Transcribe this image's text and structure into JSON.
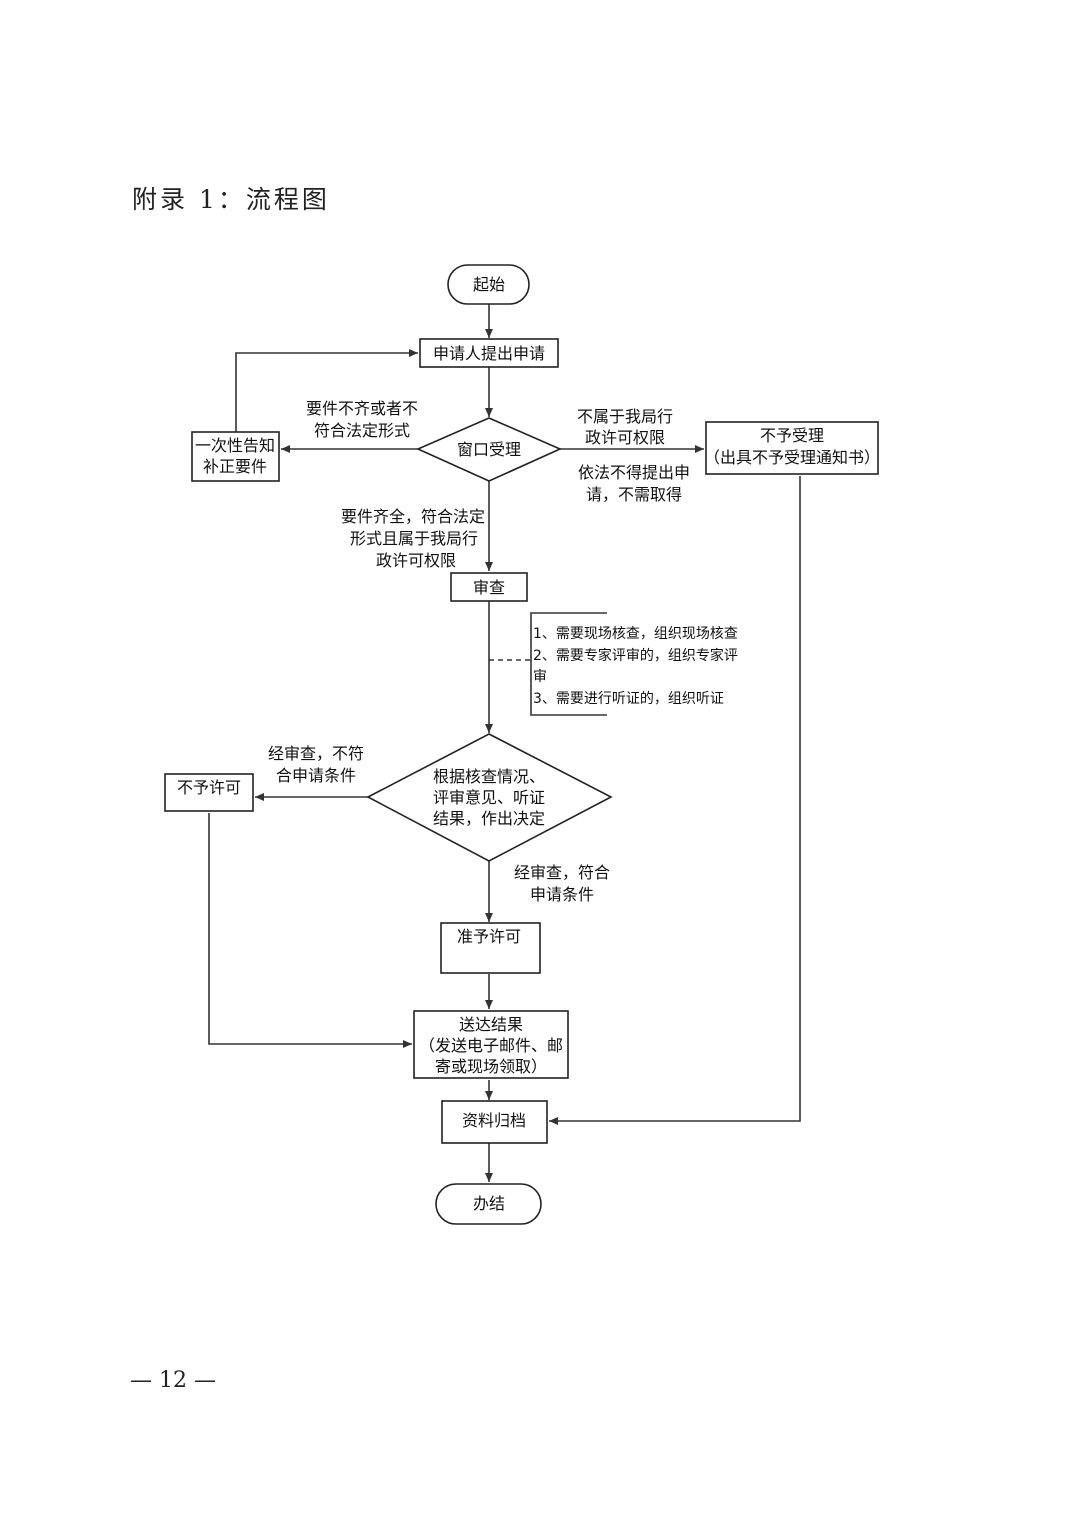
{
  "page": {
    "title": "附录 1：流程图",
    "page_number": "— 12 —"
  },
  "nodes": {
    "start": "起始",
    "apply": "申请人提出申请",
    "window": "窗口受理",
    "notify_line1": "一次性告知",
    "notify_line2": "补正要件",
    "reject_line1": "不予受理",
    "reject_line2": "（出具不予受理通知书）",
    "review": "审查",
    "decision_line1": "根据核查情况、",
    "decision_line2": "评审意见、听证",
    "decision_line3": "结果，作出决定",
    "deny": "不予许可",
    "grant": "准予许可",
    "deliver_line1": "送达结果",
    "deliver_line2": "（发送电子邮件、邮",
    "deliver_line3": "寄或现场领取）",
    "archive": "资料归档",
    "end": "办结"
  },
  "edges": {
    "incomplete_line1": "要件不齐或者不",
    "incomplete_line2": "符合法定形式",
    "not_scope_line1": "不属于我局行",
    "not_scope_line2": "政许可权限",
    "no_apply_line1": "依法不得提出申",
    "no_apply_line2": "请，不需取得",
    "complete_line1": "要件齐全，符合法定",
    "complete_line2": "形式且属于我局行",
    "complete_line3": "政许可权限",
    "fail_line1": "经审查，不符",
    "fail_line2": "合申请条件",
    "pass_line1": "经审查，符合",
    "pass_line2": "申请条件"
  },
  "review_notes": {
    "line1": "1、需要现场核查，组织现场核查",
    "line2": "2、需要专家评审的，组织专家评",
    "line3": "审",
    "line4": "3、需要进行听证的，组织听证"
  }
}
